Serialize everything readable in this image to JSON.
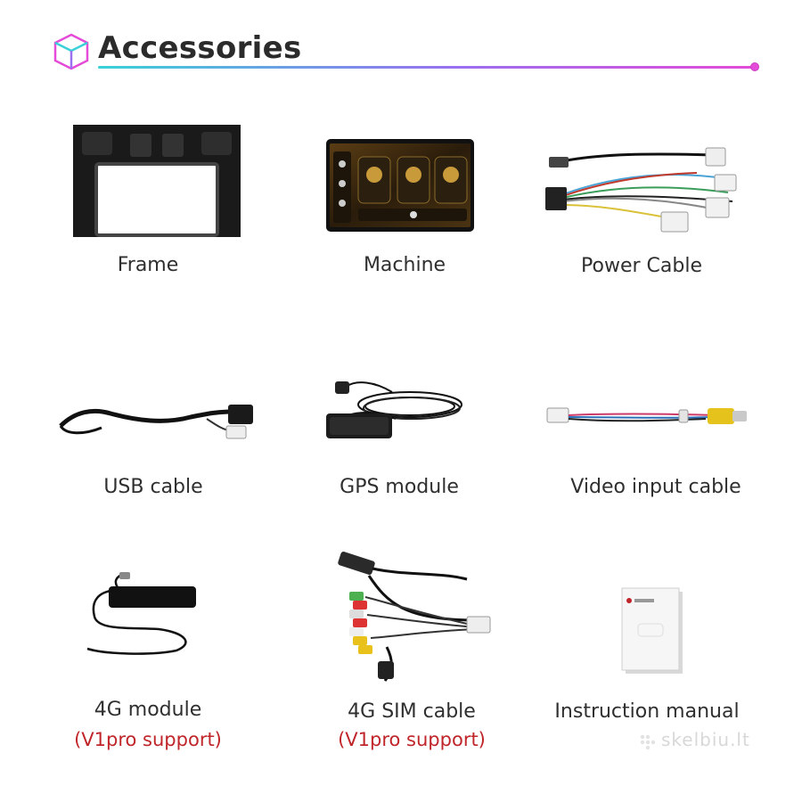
{
  "header": {
    "title": "Accessories",
    "accent": "#9a6ff0"
  },
  "items": [
    {
      "label": "Frame",
      "sub": ""
    },
    {
      "label": "Machine",
      "sub": ""
    },
    {
      "label": "Power Cable",
      "sub": ""
    },
    {
      "label": "USB cable",
      "sub": ""
    },
    {
      "label": "GPS module",
      "sub": ""
    },
    {
      "label": "Video input cable",
      "sub": ""
    },
    {
      "label": "4G module",
      "sub": "(V1pro support)"
    },
    {
      "label": "4G SIM cable",
      "sub": "(V1pro support)"
    },
    {
      "label": "Instruction manual",
      "sub": ""
    }
  ],
  "watermark": {
    "text": "skelbiu.lt"
  },
  "colors": {
    "sub_text": "#c0252a",
    "label_text": "#2f2f2f"
  }
}
